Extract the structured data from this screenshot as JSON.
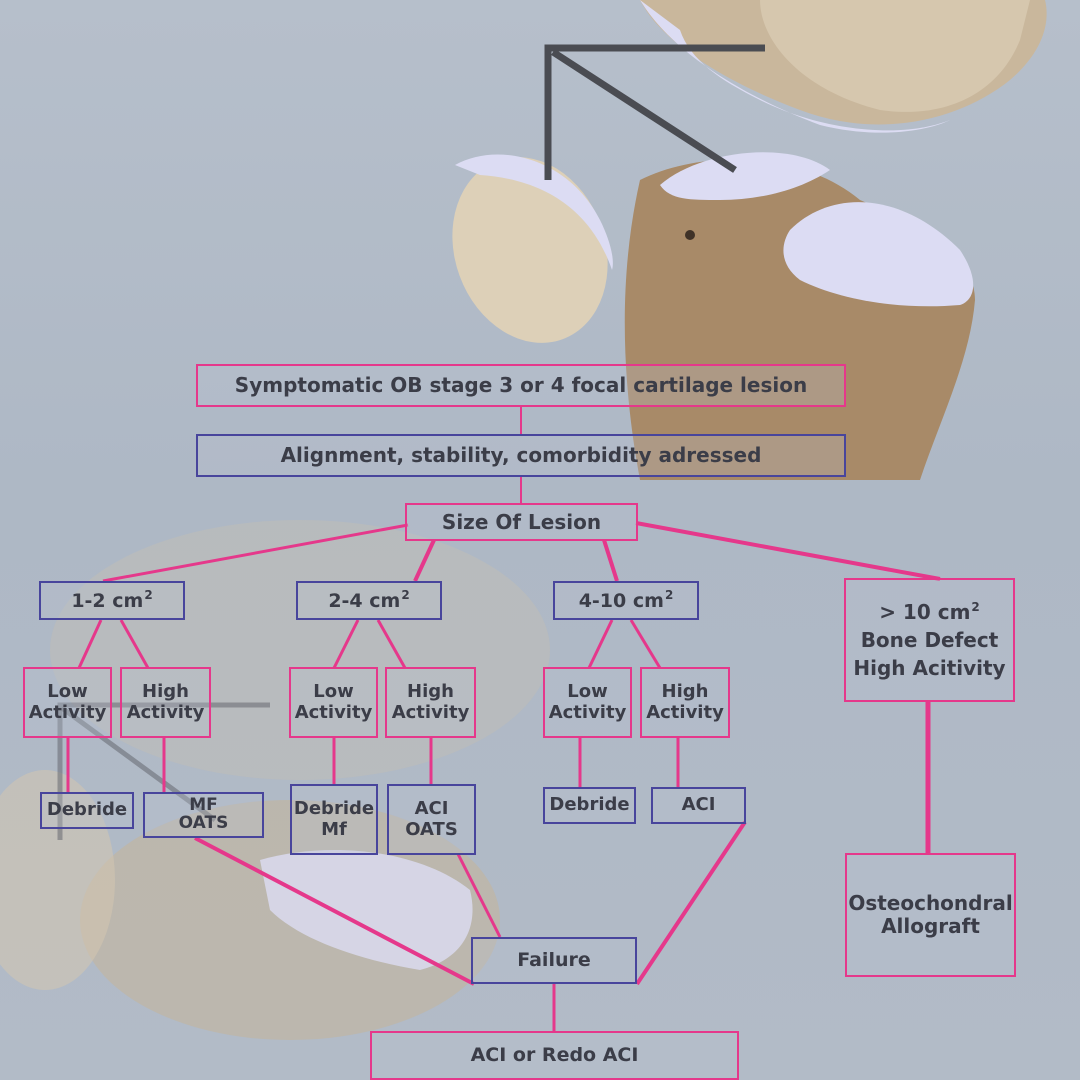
{
  "colors": {
    "pink_border": "#e5388b",
    "blue_border": "#48459c",
    "text": "#3b3d48",
    "background": "#b2bbc7",
    "cartilage": "#dcdcf3",
    "bone": "#c8b49a"
  },
  "nodes": {
    "symptomatic": "Symptomatic OB stage 3 or 4 focal cartilage lesion",
    "alignment": "Alignment, stability, comorbidity adressed",
    "size_of_lesion": "Size Of Lesion",
    "size_1_2": {
      "label": "1-2 cm",
      "sup": "2"
    },
    "size_2_4": {
      "label": "2-4 cm",
      "sup": "2"
    },
    "size_4_10": {
      "label": "4-10 cm",
      "sup": "2"
    },
    "size_gt10": {
      "line1": "> 10 cm",
      "sup": "2",
      "line2": "Bone Defect",
      "line3": "High Acitivity"
    },
    "low_activity": [
      "Low",
      "Activity"
    ],
    "high_activity": [
      "High",
      "Activity"
    ],
    "debride": "Debride",
    "mf_oats": [
      "MF",
      "OATS"
    ],
    "debride_mf": [
      "Debride",
      "Mf"
    ],
    "aci_oats": [
      "ACI",
      "OATS"
    ],
    "aci": "ACI",
    "osteochondral_allograft": [
      "Osteochondral",
      "Allograft"
    ],
    "failure": "Failure",
    "aci_redo": "ACI or Redo ACI"
  }
}
